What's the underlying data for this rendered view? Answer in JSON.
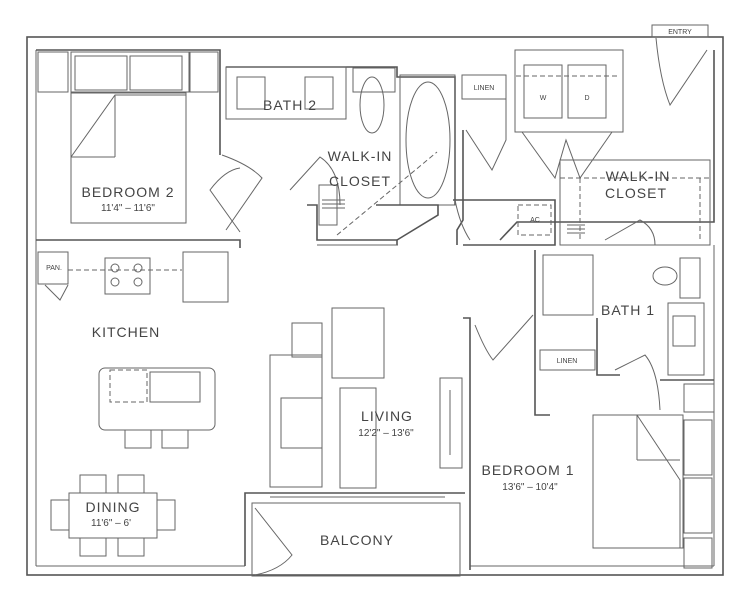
{
  "plan": {
    "rooms": {
      "bedroom2": {
        "name": "BEDROOM 2",
        "dims": "11'4\" – 11'6\""
      },
      "bath2": {
        "name": "BATH 2"
      },
      "walkin_closet_2": {
        "name_line1": "WALK-IN",
        "name_line2": "CLOSET"
      },
      "walkin_closet_1": {
        "name_line1": "WALK-IN",
        "name_line2": "CLOSET"
      },
      "kitchen": {
        "name": "KITCHEN"
      },
      "living": {
        "name": "LIVING",
        "dims": "12'2\" – 13'6\""
      },
      "dining": {
        "name": "DINING",
        "dims": "11'6\" – 6'"
      },
      "balcony": {
        "name": "BALCONY"
      },
      "bath1": {
        "name": "BATH 1"
      },
      "bedroom1": {
        "name": "BEDROOM 1",
        "dims": "13'6\" – 10'4\""
      }
    },
    "small_labels": {
      "entry": "ENTRY",
      "linen_top": "LINEN",
      "linen_bath1": "LINEN",
      "washer": "W",
      "dryer": "D",
      "ac": "AC",
      "pantry": "PAN."
    }
  }
}
